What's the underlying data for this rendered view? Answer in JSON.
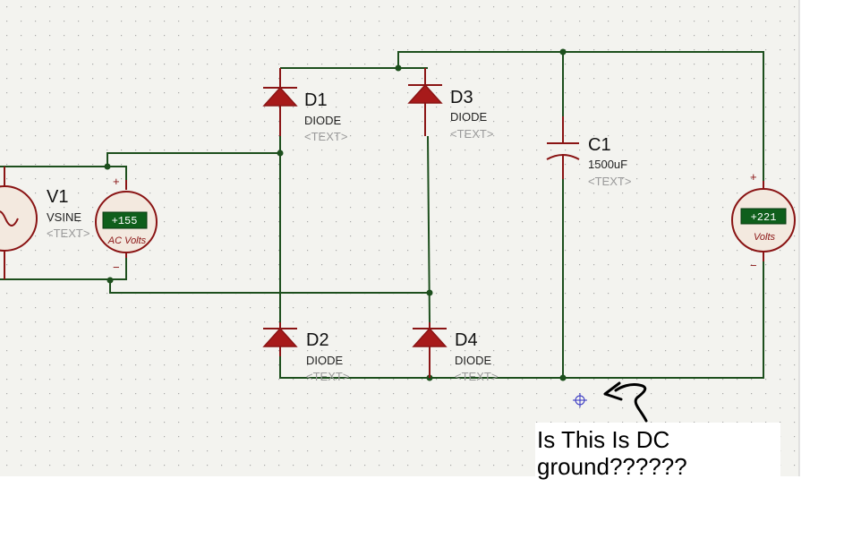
{
  "components": {
    "v1": {
      "ref": "V1",
      "type": "VSINE",
      "text": "<TEXT>"
    },
    "d1": {
      "ref": "D1",
      "type": "DIODE",
      "text": "<TEXT>"
    },
    "d2": {
      "ref": "D2",
      "type": "DIODE",
      "text": "<TEXT>"
    },
    "d3": {
      "ref": "D3",
      "type": "DIODE",
      "text": "<TEXT>"
    },
    "d4": {
      "ref": "D4",
      "type": "DIODE",
      "text": "<TEXT>"
    },
    "c1": {
      "ref": "C1",
      "value": "1500uF",
      "text": "<TEXT>"
    }
  },
  "meters": {
    "ac": {
      "reading": "+155",
      "unit": "AC Volts",
      "plus": "+",
      "minus": "−"
    },
    "dc": {
      "reading": "+221",
      "unit": "Volts",
      "plus": "+",
      "minus": "−"
    }
  },
  "annotation": {
    "line1": "Is This Is DC",
    "line2": "ground??????"
  },
  "colors": {
    "wire": "#1d4f1d",
    "component": "#8a1414",
    "grid_dot": "#a8a8a8",
    "sheet": "#f3f3ef",
    "lcd": "#0f5f1c"
  },
  "icons": {
    "cursor": "crosshair-target-icon",
    "arrow": "hand-drawn-arrow-icon"
  }
}
